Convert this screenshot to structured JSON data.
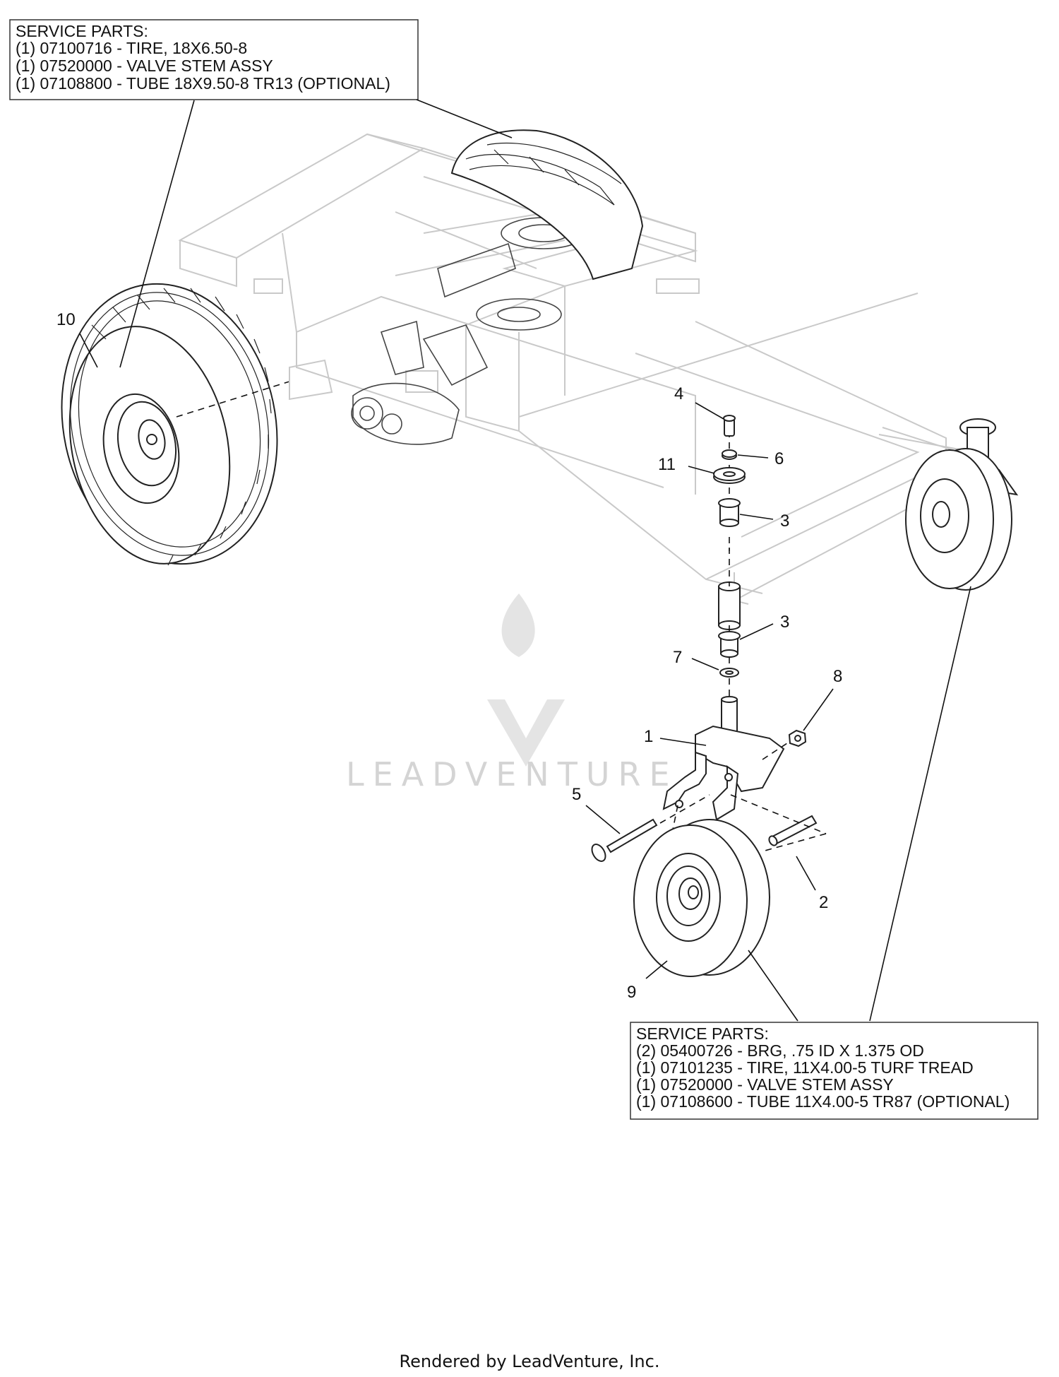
{
  "rear_service_box": {
    "heading": "SERVICE PARTS:",
    "lines": [
      "(1) 07100716 - TIRE, 18X6.50-8",
      "(1) 07520000 - VALVE STEM ASSY",
      "(1) 07108800 - TUBE 18X9.50-8 TR13 (OPTIONAL)"
    ]
  },
  "front_service_box": {
    "heading": "SERVICE PARTS:",
    "lines": [
      "(2) 05400726 - BRG, .75 ID X 1.375 OD",
      "(1) 07101235 - TIRE, 11X4.00-5 TURF TREAD",
      "(1) 07520000 - VALVE STEM ASSY",
      "(1) 07108600 - TUBE 11X4.00-5 TR87 (OPTIONAL)"
    ]
  },
  "callouts": {
    "c10": "10",
    "c4": "4",
    "c6": "6",
    "c11": "11",
    "c3a": "3",
    "c3b": "3",
    "c7": "7",
    "c8": "8",
    "c1": "1",
    "c5": "5",
    "c2": "2",
    "c9": "9"
  },
  "watermark": "LEADVENTURE",
  "footer": "Rendered by LeadVenture, Inc."
}
